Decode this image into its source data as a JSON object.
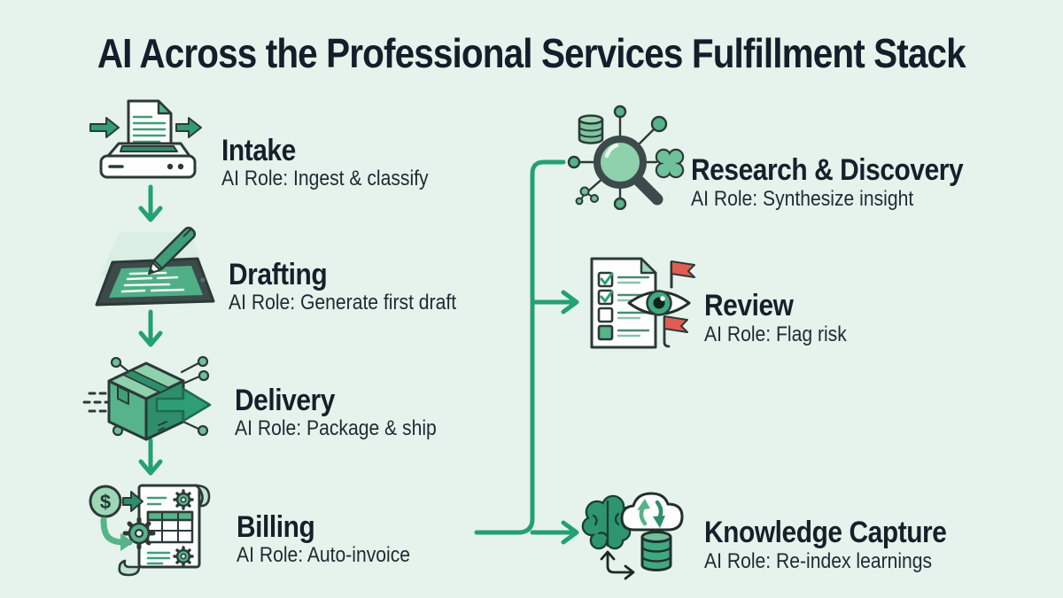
{
  "title": "AI Across the Professional Services Fulfillment Stack",
  "palette": {
    "background": "#e6f3ec",
    "heading_text": "#141e2a",
    "body_text": "#1e2a33",
    "flow_green": "#23a173",
    "icon_green_light": "#9ed6b6",
    "icon_green_mid": "#57b389",
    "icon_green_dark": "#2e8e6b",
    "icon_outline": "#2b3a37",
    "flag_red": "#e25c55"
  },
  "stages_left": [
    {
      "label": "Intake",
      "role": "AI Role: Ingest & classify",
      "icon": "document-scanner-icon"
    },
    {
      "label": "Drafting",
      "role": "AI Role: Generate first draft",
      "icon": "tablet-pen-icon"
    },
    {
      "label": "Delivery",
      "role": "AI Role: Package & ship",
      "icon": "package-ship-icon"
    },
    {
      "label": "Billing",
      "role": "AI Role: Auto-invoice",
      "icon": "invoice-gear-icon"
    }
  ],
  "stages_right": [
    {
      "label": "Research & Discovery",
      "role": "AI Role: Synthesize insight",
      "icon": "magnifier-network-icon"
    },
    {
      "label": "Review",
      "role": "AI Role: Flag risk",
      "icon": "checklist-eye-flag-icon"
    },
    {
      "label": "Knowledge Capture",
      "role": "AI Role: Re-index learnings",
      "icon": "brain-cloud-database-icon"
    }
  ],
  "glyphs": {
    "dollar": "$"
  }
}
